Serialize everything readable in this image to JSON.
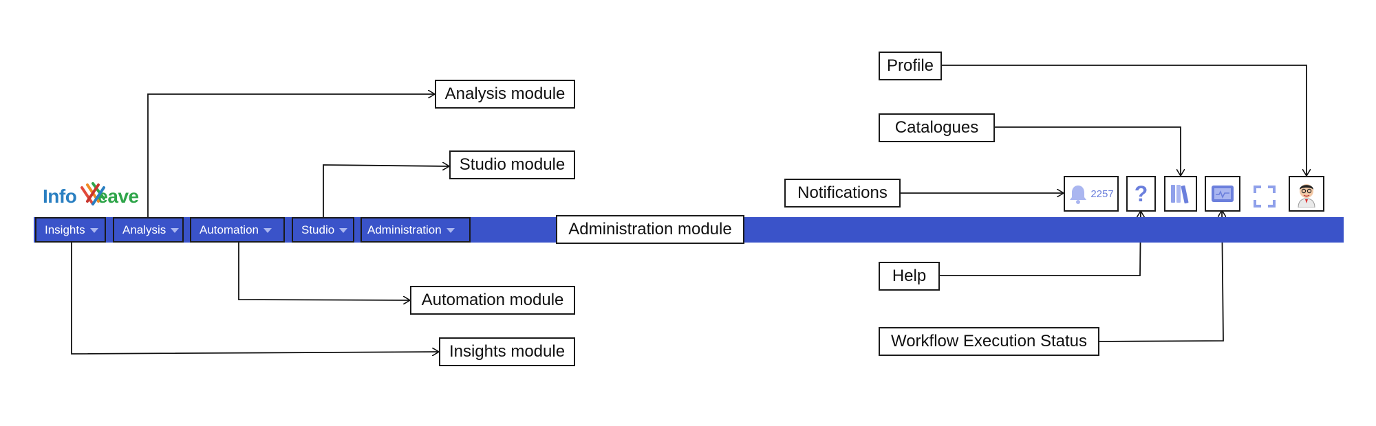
{
  "logo": {
    "part1": "Info",
    "part2": "eave"
  },
  "nav": [
    {
      "label": "Insights"
    },
    {
      "label": "Analysis"
    },
    {
      "label": "Automation"
    },
    {
      "label": "Studio"
    },
    {
      "label": "Administration"
    }
  ],
  "toolbar": {
    "notification_count": "2257",
    "help_glyph": "?"
  },
  "annotations": {
    "analysis_module": "Analysis module",
    "studio_module": "Studio module",
    "administration_module": "Administration module",
    "automation_module": "Automation module",
    "insights_module": "Insights module",
    "profile": "Profile",
    "catalogues": "Catalogues",
    "notifications": "Notifications",
    "help": "Help",
    "workflow_execution_status": "Workflow Execution Status"
  },
  "colors": {
    "navbar": "#3a53c9",
    "icon_accent": "#6b7fdc",
    "logo_blue": "#2a7fc1",
    "logo_green": "#2fa54a"
  },
  "icons": [
    "bell-icon",
    "help-icon",
    "catalogue-icon",
    "monitor-icon",
    "fullscreen-icon",
    "avatar"
  ]
}
